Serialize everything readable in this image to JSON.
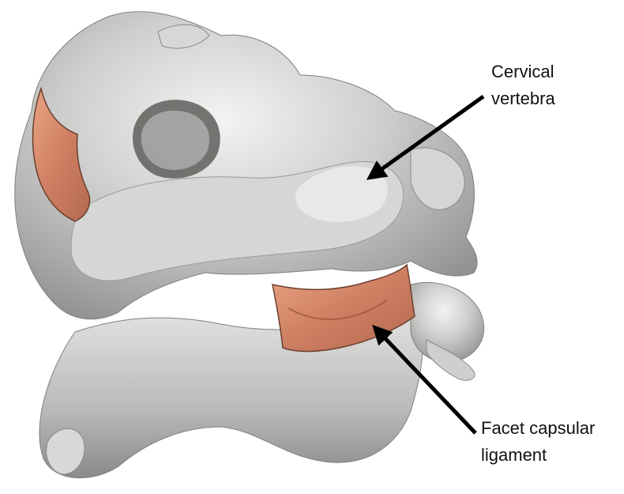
{
  "labels": {
    "vertebra": {
      "lines": [
        "Cervical",
        "vertebra"
      ]
    },
    "ligament": {
      "lines": [
        "Facet capsular",
        "ligament"
      ]
    }
  },
  "colors": {
    "background": "#ffffff",
    "bone": "#c9c9c7",
    "bone_shadow": "#8f8f8d",
    "ligament": "#d9896a",
    "ligament_edge": "#6b3f2e",
    "arrow": "#000000"
  }
}
